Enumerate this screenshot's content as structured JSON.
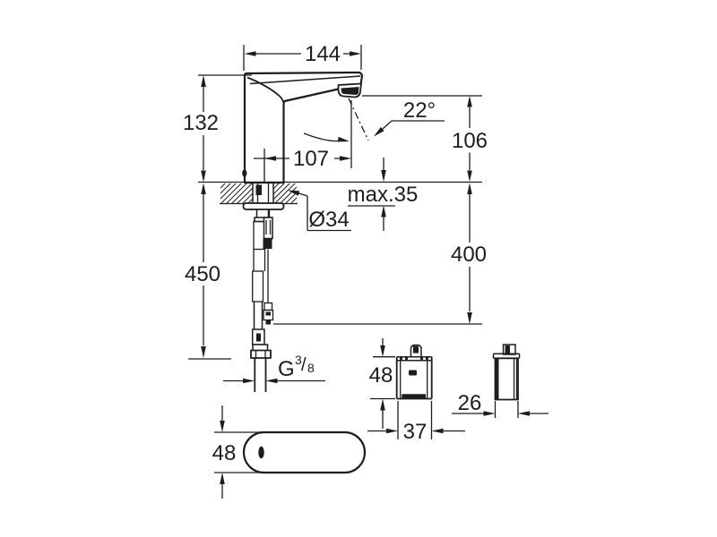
{
  "colors": {
    "line": "#1d1d1d",
    "bg": "#ffffff"
  },
  "dimensions": {
    "spout_width": "144",
    "body_height": "132",
    "spout_reach": "107",
    "stream_angle": "22°",
    "outlet_height": "106",
    "deck_thickness": "max.35",
    "hole_diameter": "Ø34",
    "below_deck_total": "450",
    "hose_length": "400",
    "thread_g": "G",
    "thread_numerator": "3",
    "thread_slash": "/",
    "thread_denominator": "8",
    "control_box_height": "48",
    "control_box_width": "37",
    "control_box_depth": "26",
    "body_depth": "48"
  }
}
